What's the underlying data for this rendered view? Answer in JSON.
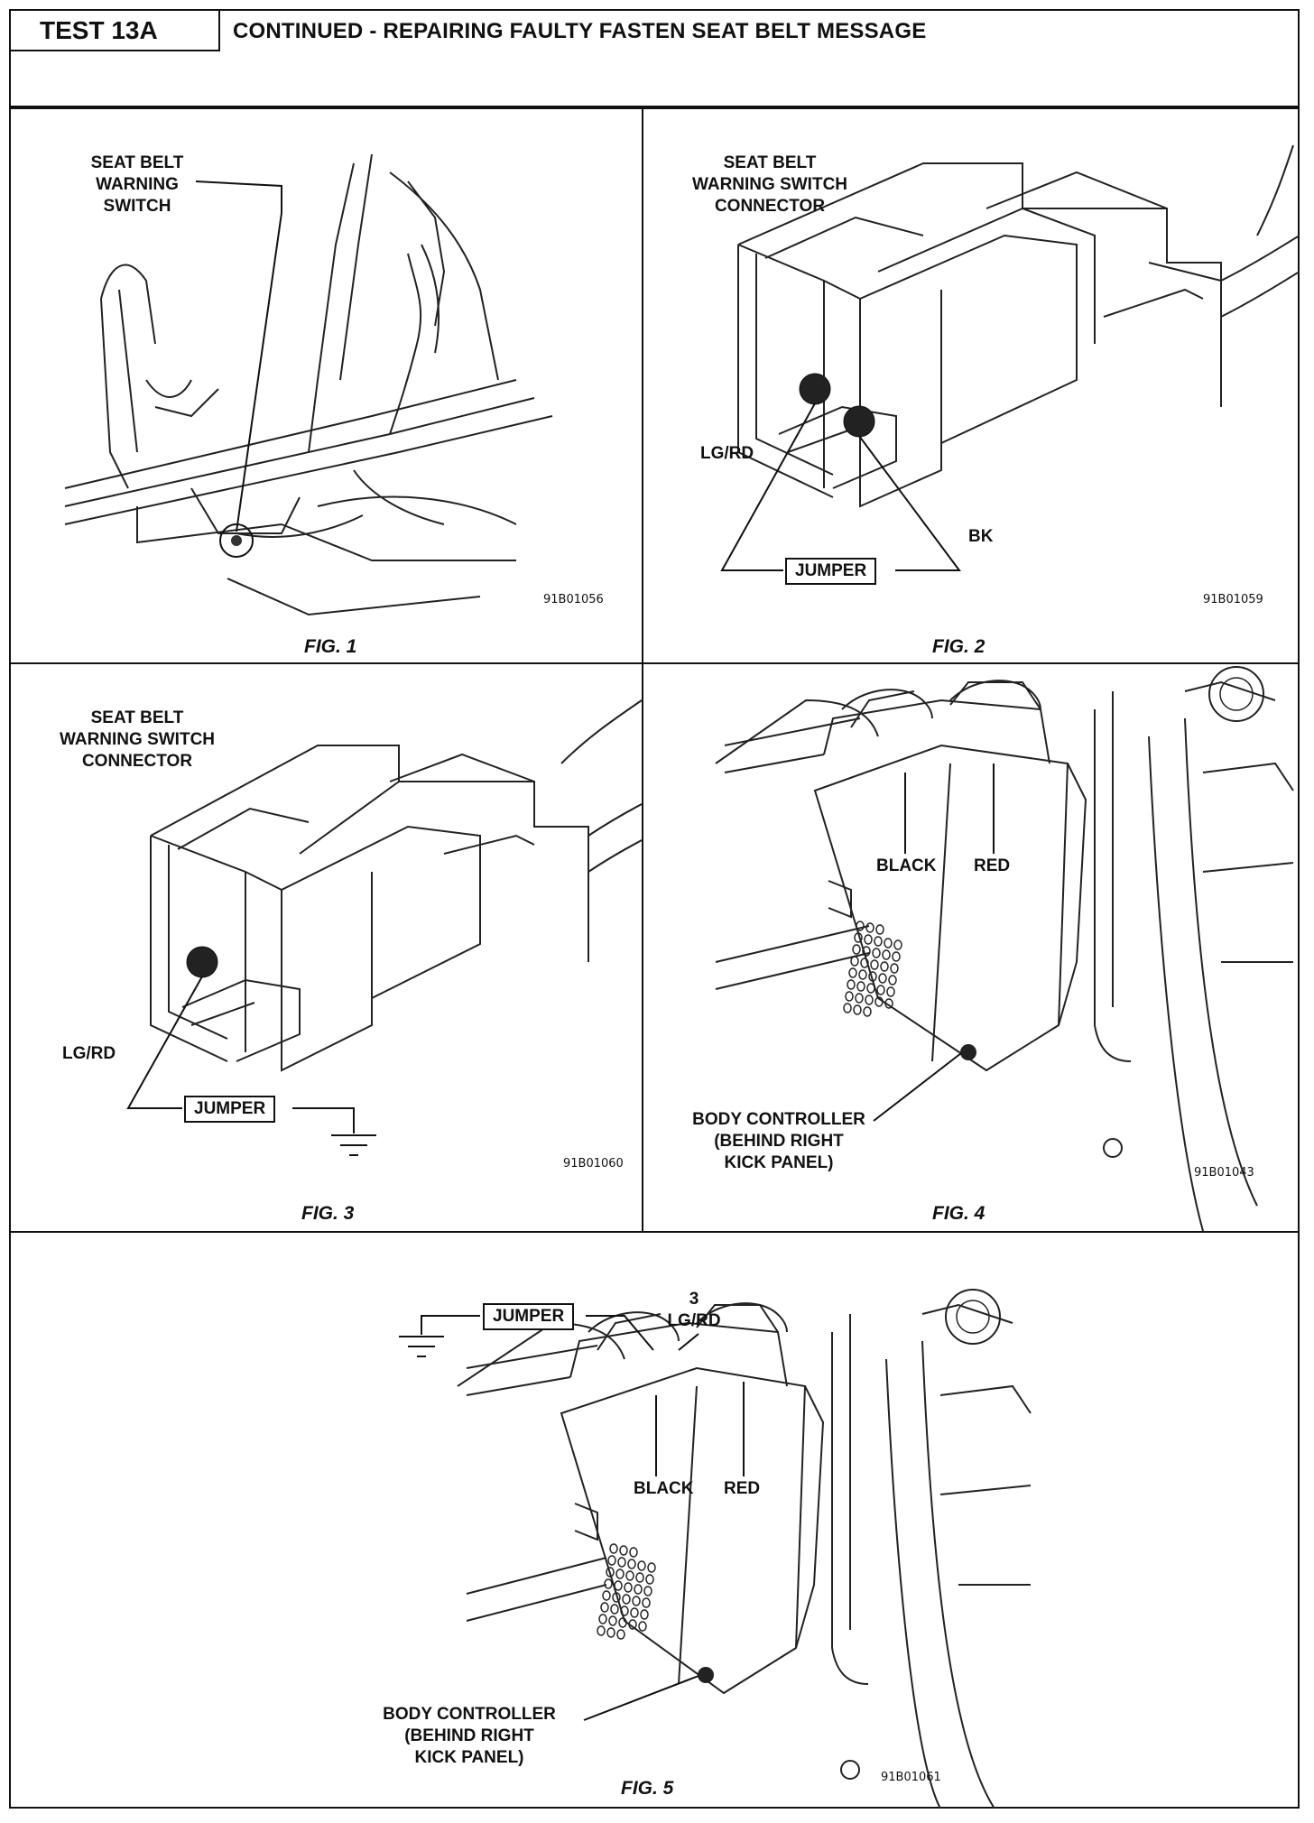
{
  "header": {
    "test_label": "TEST 13A",
    "title": "CONTINUED - REPAIRING FAULTY FASTEN SEAT BELT MESSAGE"
  },
  "fig1": {
    "label": "SEAT BELT\nWARNING\nSWITCH",
    "code": "91B01056",
    "caption": "FIG. 1"
  },
  "fig2": {
    "label": "SEAT BELT\nWARNING SWITCH\nCONNECTOR",
    "wire1": "LG/RD",
    "wire2": "BK",
    "jumper": "JUMPER",
    "code": "91B01059",
    "caption": "FIG. 2"
  },
  "fig3": {
    "label": "SEAT BELT\nWARNING SWITCH\nCONNECTOR",
    "wire1": "LG/RD",
    "jumper": "JUMPER",
    "code": "91B01060",
    "caption": "FIG. 3"
  },
  "fig4": {
    "black": "BLACK",
    "red": "RED",
    "controller": "BODY CONTROLLER\n(BEHIND RIGHT\nKICK PANEL)",
    "code": "91B01043",
    "caption": "FIG. 4"
  },
  "fig5": {
    "jumper": "JUMPER",
    "pin": "3\nLG/RD",
    "black": "BLACK",
    "red": "RED",
    "controller": "BODY CONTROLLER\n(BEHIND RIGHT\nKICK PANEL)",
    "code": "91B01061",
    "caption": "FIG. 5"
  }
}
